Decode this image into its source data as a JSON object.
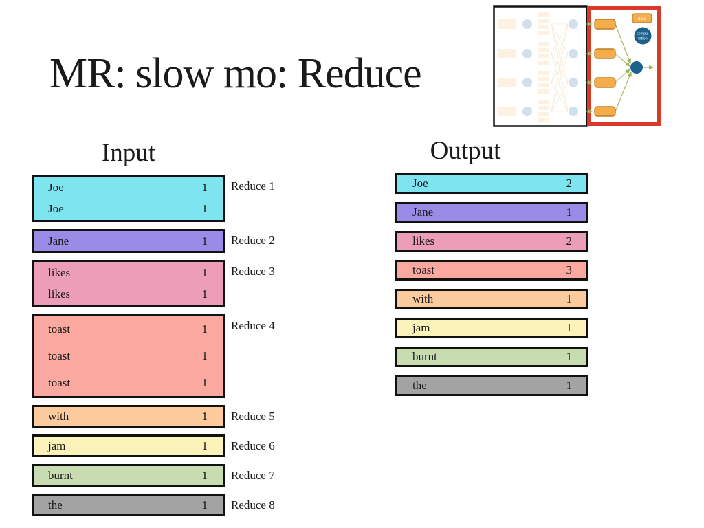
{
  "title": "MR: slow mo: Reduce",
  "input": {
    "heading": "Input",
    "groups": [
      {
        "label": "Reduce 1",
        "color": "#7DE4F0",
        "rows": [
          {
            "word": "Joe",
            "count": "1"
          },
          {
            "word": "Joe",
            "count": "1"
          }
        ]
      },
      {
        "label": "Reduce 2",
        "color": "#9A8CE6",
        "rows": [
          {
            "word": "Jane",
            "count": "1"
          }
        ]
      },
      {
        "label": "Reduce 3",
        "color": "#EC9DB8",
        "rows": [
          {
            "word": "likes",
            "count": "1"
          },
          {
            "word": "likes",
            "count": "1"
          }
        ]
      },
      {
        "label": "Reduce 4",
        "color": "#FBA9A0",
        "rows": [
          {
            "word": "toast",
            "count": "1"
          },
          {
            "word": "toast",
            "count": "1"
          },
          {
            "word": "toast",
            "count": "1"
          }
        ]
      },
      {
        "label": "Reduce 5",
        "color": "#FBCB9D",
        "rows": [
          {
            "word": "with",
            "count": "1"
          }
        ]
      },
      {
        "label": "Reduce 6",
        "color": "#FCF3BB",
        "rows": [
          {
            "word": "jam",
            "count": "1"
          }
        ]
      },
      {
        "label": "Reduce 7",
        "color": "#C8DBB1",
        "rows": [
          {
            "word": "burnt",
            "count": "1"
          }
        ]
      },
      {
        "label": "Reduce 8",
        "color": "#A3A3A3",
        "rows": [
          {
            "word": "the",
            "count": "1"
          }
        ]
      }
    ]
  },
  "output": {
    "heading": "Output",
    "rows": [
      {
        "word": "Joe",
        "count": "2",
        "color": "#7DE4F0"
      },
      {
        "word": "Jane",
        "count": "1",
        "color": "#9A8CE6"
      },
      {
        "word": "likes",
        "count": "2",
        "color": "#EC9DB8"
      },
      {
        "word": "toast",
        "count": "3",
        "color": "#FBA9A0"
      },
      {
        "word": "with",
        "count": "1",
        "color": "#FBCB9D"
      },
      {
        "word": "jam",
        "count": "1",
        "color": "#FCF3BB"
      },
      {
        "word": "burnt",
        "count": "1",
        "color": "#C8DBB1"
      },
      {
        "word": "the",
        "count": "1",
        "color": "#A3A3A3"
      }
    ]
  },
  "diagram": {
    "legend": {
      "data_label": "data",
      "computation_line1": "compu-",
      "computation_line2": "tation"
    },
    "colors": {
      "node_orange": "#F5AC4A",
      "node_orange_border": "#BF7D26",
      "node_blue": "#1A618D",
      "arrow_green": "#9BB558",
      "highlight_red": "#D8392B"
    }
  }
}
